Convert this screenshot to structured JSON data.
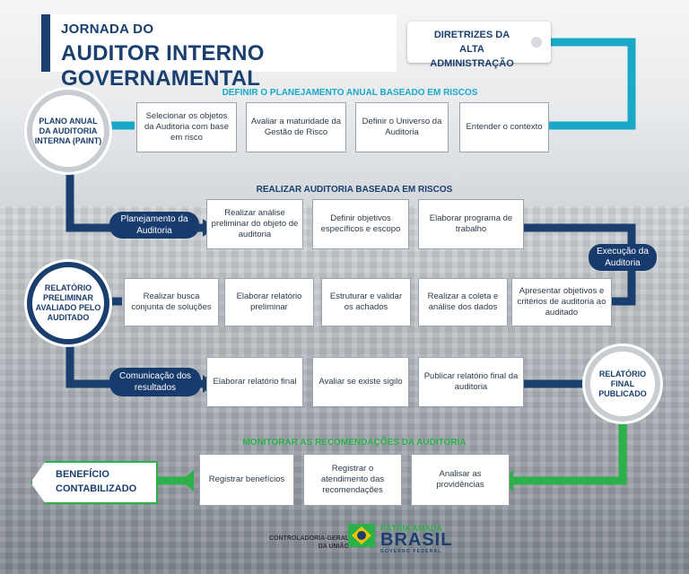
{
  "title": {
    "line1": "JORNADA DO",
    "line2": "AUDITOR INTERNO GOVERNAMENTAL"
  },
  "diretrizes": {
    "line1": "DIRETRIZES DA",
    "line2": "ALTA ADMINISTRAÇÃO"
  },
  "sections": {
    "planejamento": "DEFINIR O PLANEJAMENTO ANUAL BASEADO EM RISCOS",
    "auditoria": "REALIZAR AUDITORIA BASEADA EM RISCOS",
    "monitorar": "MONITORAR AS RECOMENDAÇÕES DA AUDITORIA"
  },
  "row1": [
    "Selecionar os objetos da Auditoria com base em risco",
    "Avaliar a maturidade da Gestão de Risco",
    "Definir o Universo da Auditoria",
    "Entender o contexto"
  ],
  "paint": "PLANO ANUAL DA AUDITORIA INTERNA (PAINT)",
  "row2_pill": "Planejamento da Auditoria",
  "row2": [
    "Realizar análise preliminar do objeto de auditoria",
    "Definir objetivos específicos e escopo",
    "Elaborar programa de trabalho"
  ],
  "execucao": "Execução da Auditoria",
  "relatorio_preliminar": "RELATÓRIO PRELIMINAR AVALIADO PELO AUDITADO",
  "row3": [
    "Realizar busca conjunta de soluções",
    "Elaborar relatório preliminar",
    "Estruturar e validar os achados",
    "Realizar a coleta e análise dos dados",
    "Apresentar objetivos e critérios de auditoria ao auditado"
  ],
  "row4_pill": "Comunicação dos resultados",
  "row4": [
    "Elaborar relatório final",
    "Avaliar se existe sigilo",
    "Publicar relatório final da auditoria"
  ],
  "relatorio_final": "RELATÓRIO FINAL PUBLICADO",
  "row5": [
    "Registrar benefícios",
    "Registrar o atendimento das recomendações",
    "Analisar as providências"
  ],
  "beneficio": {
    "line1": "BENEFÍCIO",
    "line2": "CONTABILIZADO"
  },
  "footer": {
    "cgu1": "CONTROLADORIA-GERAL",
    "cgu2": "DA UNIÃO",
    "patria": "PÁTRIA AMADA",
    "brasil": "BRASIL",
    "gov": "GOVERNO FEDERAL"
  },
  "colors": {
    "navy": "#173b6c",
    "teal": "#1aa8c8",
    "green": "#2bb04a"
  }
}
